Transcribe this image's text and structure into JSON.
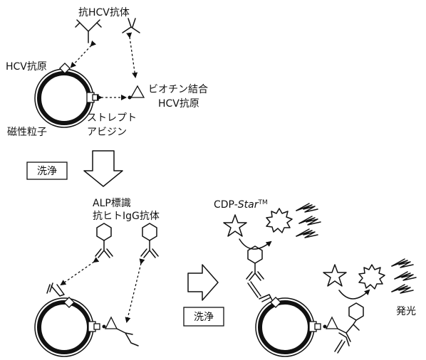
{
  "labels": {
    "anti_hcv_antibody": "抗HCV抗体",
    "hcv_antigen": "HCV抗原",
    "biotin_bound": "ビオチン結合",
    "biotin_hcv_antigen": "HCV抗原",
    "streptavidin_line1": "ストレプト",
    "streptavidin_line2": "アビジン",
    "magnetic_particle": "磁性粒子",
    "wash_1": "洗浄",
    "alp_label_line1": "ALP標識",
    "alp_label_line2": "抗ヒトIgG抗体",
    "cdp_star_prefix": "CDP-",
    "cdp_star_name": "Star",
    "cdp_star_tm": "TM",
    "wash_2": "洗浄",
    "luminescence": "発光"
  }
}
